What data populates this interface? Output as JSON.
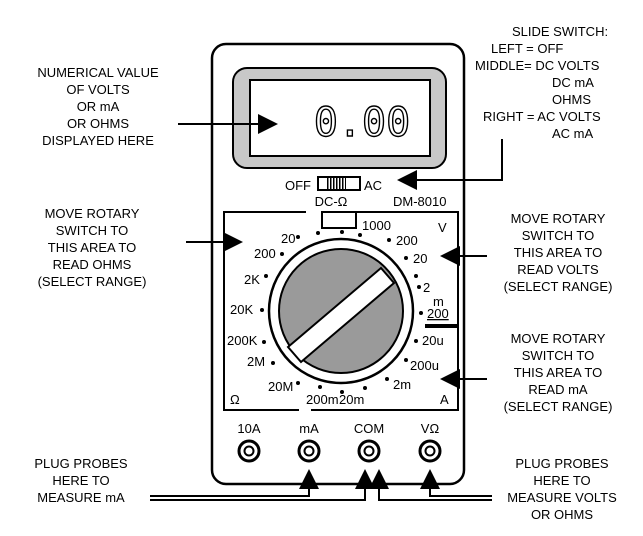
{
  "display": {
    "reading": "0.00"
  },
  "meter": {
    "model": "DM-8010",
    "switch_off": "OFF",
    "switch_ac": "AC",
    "switch_dc": "DC-Ω",
    "section_volts": "V",
    "section_ohms": "Ω",
    "section_amps": "A"
  },
  "ohm_ranges": [
    "20",
    "200",
    "2K",
    "20K",
    "200K",
    "2M",
    "20M"
  ],
  "volt_ranges": [
    "1000",
    "200",
    "20",
    "2",
    "m",
    "200"
  ],
  "amp_ranges": [
    "20u",
    "200u",
    "2m",
    "20m",
    "200m"
  ],
  "jacks": [
    "10A",
    "mA",
    "COM",
    "VΩ"
  ],
  "callouts": {
    "display": [
      "NUMERICAL VALUE",
      "OF VOLTS",
      "OR mA",
      "OR OHMS",
      "DISPLAYED HERE"
    ],
    "slide_switch": [
      "SLIDE SWITCH:",
      "LEFT = OFF",
      "MIDDLE= DC VOLTS",
      "DC mA",
      "OHMS",
      "RIGHT = AC VOLTS",
      "AC mA"
    ],
    "ohms": [
      "MOVE ROTARY",
      "SWITCH TO",
      "THIS AREA TO",
      "READ OHMS",
      "(SELECT RANGE)"
    ],
    "volts": [
      "MOVE ROTARY",
      "SWITCH TO",
      "THIS AREA TO",
      "READ VOLTS",
      "(SELECT RANGE)"
    ],
    "amps": [
      "MOVE ROTARY",
      "SWITCH TO",
      "THIS AREA TO",
      "READ mA",
      "(SELECT RANGE)"
    ],
    "probes_ma": [
      "PLUG PROBES",
      "HERE TO",
      "MEASURE mA"
    ],
    "probes_volts": [
      "PLUG PROBES",
      "HERE TO",
      "MEASURE VOLTS",
      "OR OHMS"
    ]
  }
}
